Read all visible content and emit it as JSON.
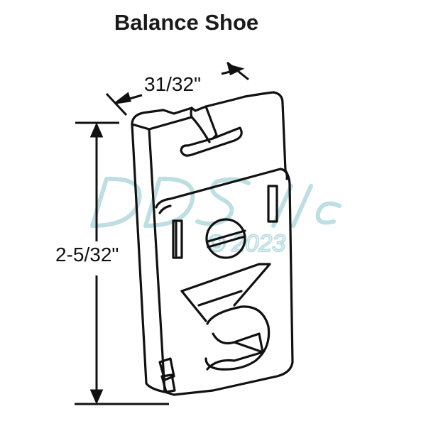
{
  "title": "Balance Shoe",
  "dimensions": {
    "width": "31/32\"",
    "height": "2-5/32\""
  },
  "watermark": {
    "text": "DDS llc",
    "copyright": "© 2023",
    "color": "#a9d4da"
  },
  "colors": {
    "line": "#111111",
    "background": "#ffffff"
  }
}
